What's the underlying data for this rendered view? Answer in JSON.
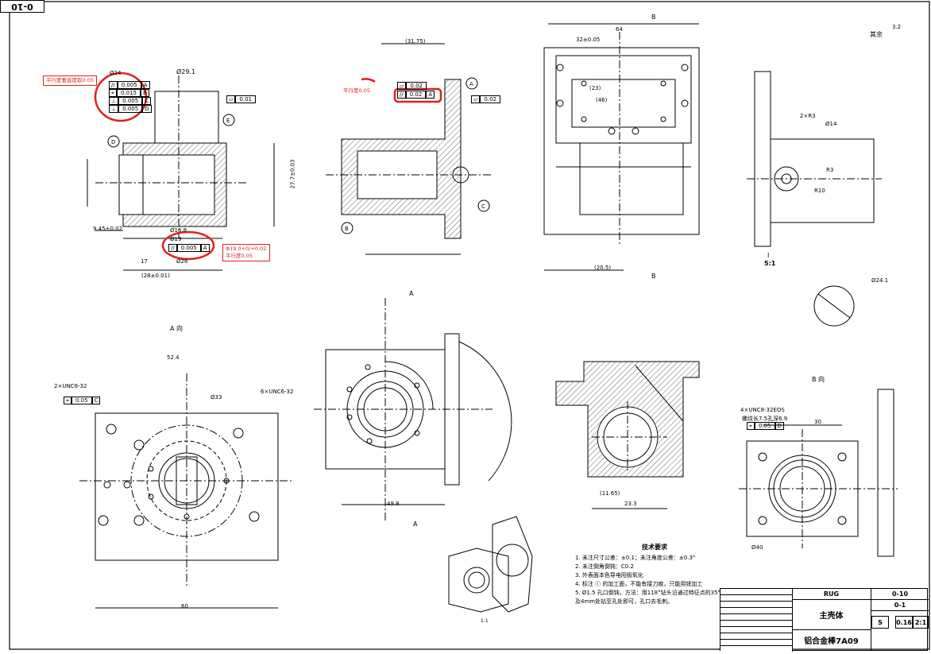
{
  "sheet": {
    "tag": "0-10"
  },
  "top_right": {
    "roughness_label": "其余",
    "roughness_value": "3.2"
  },
  "annotations": {
    "left_note": "平行度垂直度取0.05",
    "left_bottom_note_1": "Φ19.0+0/+0.02",
    "left_bottom_note_2": "平行度0.05",
    "mid_note": "平行度0.05"
  },
  "view_labels": {
    "a_view": "A 向",
    "b_view": "B 向",
    "detail_1": "I",
    "detail_scale": "5:1",
    "iso_scale": "1:1"
  },
  "dims": {
    "d29": "Ø29.1",
    "d24": "Ø24",
    "d16_8": "Ø16.8",
    "d19": "Ø19",
    "d26": "Ø26",
    "d17": "17",
    "d28": "(28±0.01)",
    "d9_45": "9.45±0.02",
    "d27_7": "27.7±0.03",
    "w31_75": "(31.75)",
    "w64": "64",
    "w32": "32±0.05",
    "w23": "(23)",
    "w46": "(46)",
    "w20_5": "(20.5)",
    "d52_4": "52.4",
    "d60": "60",
    "d49_8": "49.8",
    "d23_3": "23.3",
    "d11_65": "(11.65)",
    "d30": "30",
    "d33": "Ø33",
    "d40": "Ø40",
    "d24_1": "Ø24.1",
    "d14": "Ø14",
    "r10": "R10",
    "r3": "R3",
    "d2r3": "2×R3"
  },
  "fcf": {
    "f1": [
      "//",
      "0.005",
      "A"
    ],
    "f2": [
      "⌖",
      "0.015",
      "B"
    ],
    "f3": [
      "⊥",
      "0.005",
      "C"
    ],
    "f4": [
      "⊥",
      "0.005",
      "D"
    ],
    "f5": [
      "//",
      "0.005",
      "A"
    ],
    "f6": [
      "▱",
      "0.02",
      ""
    ],
    "f7": [
      "//",
      "0.02",
      "A"
    ],
    "f8": [
      "▱",
      "0.01",
      ""
    ],
    "f9": [
      "▱",
      "0.02",
      ""
    ],
    "f10": [
      "⌖",
      "0.05",
      "C"
    ],
    "f11": [
      "⌖",
      "0.05",
      "D"
    ]
  },
  "threads": {
    "t1": "2×UNC6-32",
    "t2": "6×UNC6-32",
    "t3": "4×UNC8-32EOS",
    "t4": "螺纹长7.5孔深6.9"
  },
  "requirements": {
    "title": "技术要求",
    "items": [
      "1. 未注尺寸公差：±0.1；未注角度公差：±0.3°",
      "2. 未注倒角倒钝：C0.2",
      "3. 外表面本色导电阳极氧化",
      "4. 标注 ⓘ 的加工面，不能有接刀痕，只能用铣加工",
      "5. Ø1.5 孔口倒钝，方法：用118°钻头沿通过特征点的35°斜线及4mm处钻至孔处即可，孔口去毛刺。"
    ]
  },
  "title_block": {
    "company": "RUG",
    "drawing_no": "0-10",
    "part_name": "主壳体",
    "part_no": "0-1",
    "material": "铝合金棒7A09",
    "stage": "S",
    "weight": "0.16",
    "scale": "2:1"
  }
}
